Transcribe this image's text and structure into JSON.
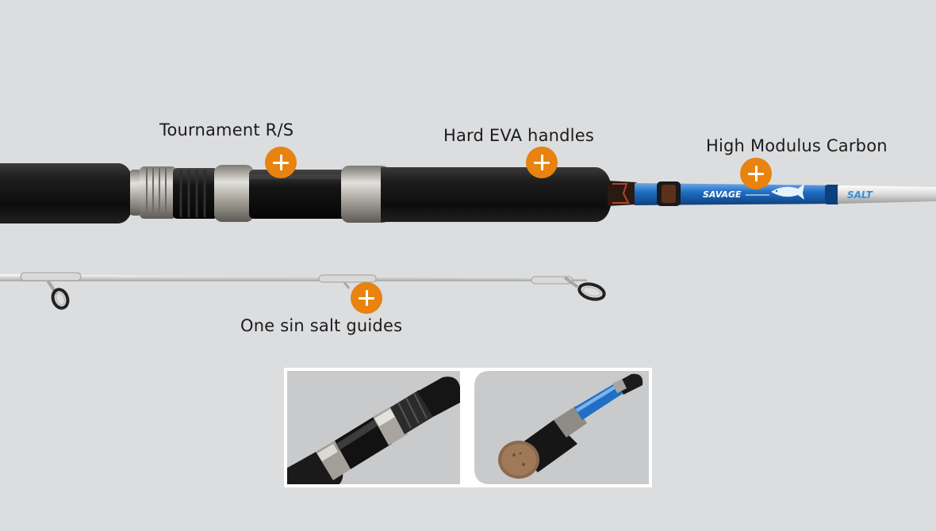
{
  "features": [
    {
      "id": "reel-seat",
      "label": "Tournament R/S"
    },
    {
      "id": "handles",
      "label": "Hard EVA handles"
    },
    {
      "id": "carbon",
      "label": "High Modulus Carbon"
    },
    {
      "id": "guides",
      "label": "One sin salt guides"
    }
  ],
  "rod_branding": {
    "brand": "SAVAGE",
    "model": "SALT"
  },
  "colors": {
    "background": "#dcdddf",
    "hotspot": "#e8830f",
    "blank_blue": "#1f6fc4",
    "foam": "#151515",
    "metal": "#b7b4ae"
  },
  "icons": {
    "hotspot": "plus-icon"
  },
  "thumbnails": [
    {
      "id": "thumb-reel-seat"
    },
    {
      "id": "thumb-butt-cap"
    }
  ]
}
